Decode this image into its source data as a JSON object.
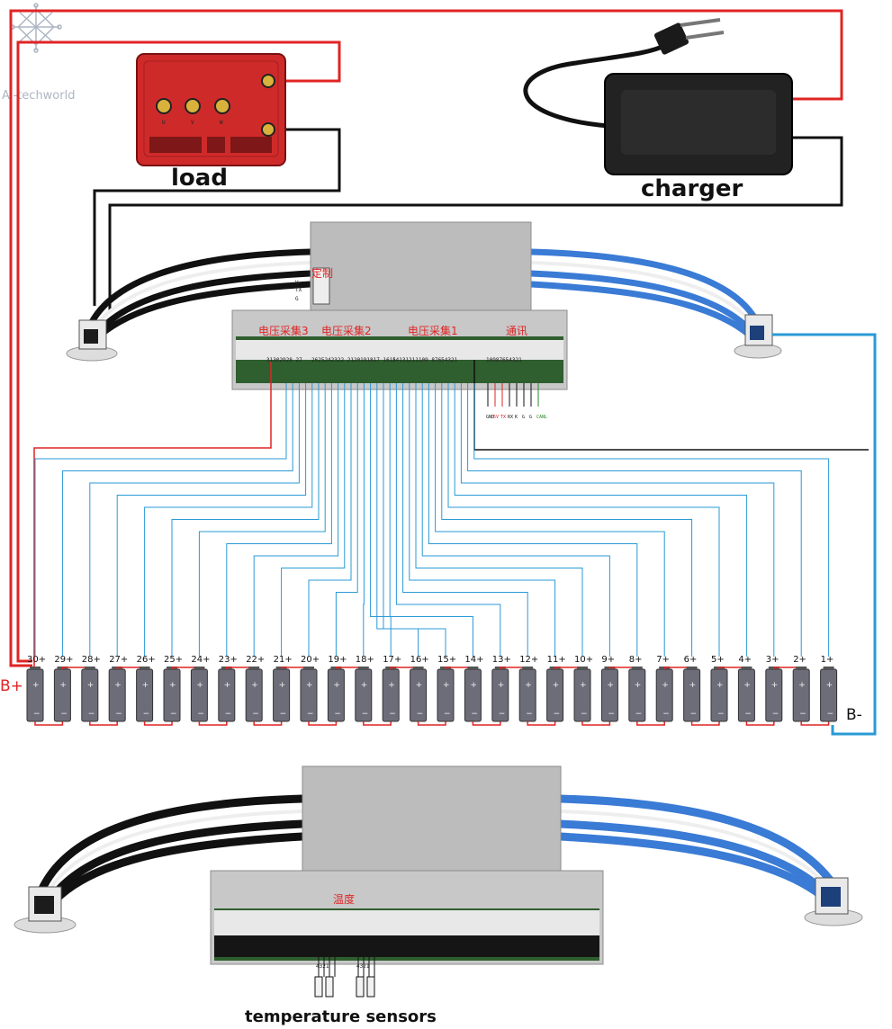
{
  "watermark": {
    "text": "Ai-techworld"
  },
  "load": {
    "label": "load",
    "terminals": [
      "U",
      "V",
      "W"
    ]
  },
  "charger": {
    "label": "charger"
  },
  "bms_top": {
    "tag": "定制",
    "side_pins": [
      "V-",
      "TX",
      "G"
    ],
    "sections": [
      "电压采集3",
      "电压采集2",
      "电压采集1",
      "通讯"
    ],
    "pin_strips": [
      "31302928 27",
      "2625242322 2120191817 1615",
      "14131211109 87654321",
      "10987654321"
    ],
    "comm_wires": [
      "GND",
      "5V",
      "TX",
      "RX",
      "K",
      "G",
      "G",
      "CANL"
    ]
  },
  "pack": {
    "positive_label": "B+",
    "negative_label": "B-",
    "cells": [
      "30+",
      "29+",
      "28+",
      "27+",
      "26+",
      "25+",
      "24+",
      "23+",
      "22+",
      "21+",
      "20+",
      "19+",
      "18+",
      "17+",
      "16+",
      "15+",
      "14+",
      "13+",
      "12+",
      "11+",
      "10+",
      "9+",
      "8+",
      "7+",
      "6+",
      "5+",
      "4+",
      "3+",
      "2+",
      "1+"
    ]
  },
  "bms_bottom": {
    "section": "温度",
    "sensor_pins": [
      "4321",
      "4321"
    ],
    "label": "temperature sensors"
  },
  "colors": {
    "positive_wire": "#e02424",
    "negative_wire": "#111111",
    "balance_wire": "#2a9ad6",
    "power_cable": "#3a7bd5",
    "load_body": "#cf2a2a",
    "charger_body": "#222222",
    "bms_body": "#b8b8b8",
    "cell_body": "#6d6d7a"
  }
}
